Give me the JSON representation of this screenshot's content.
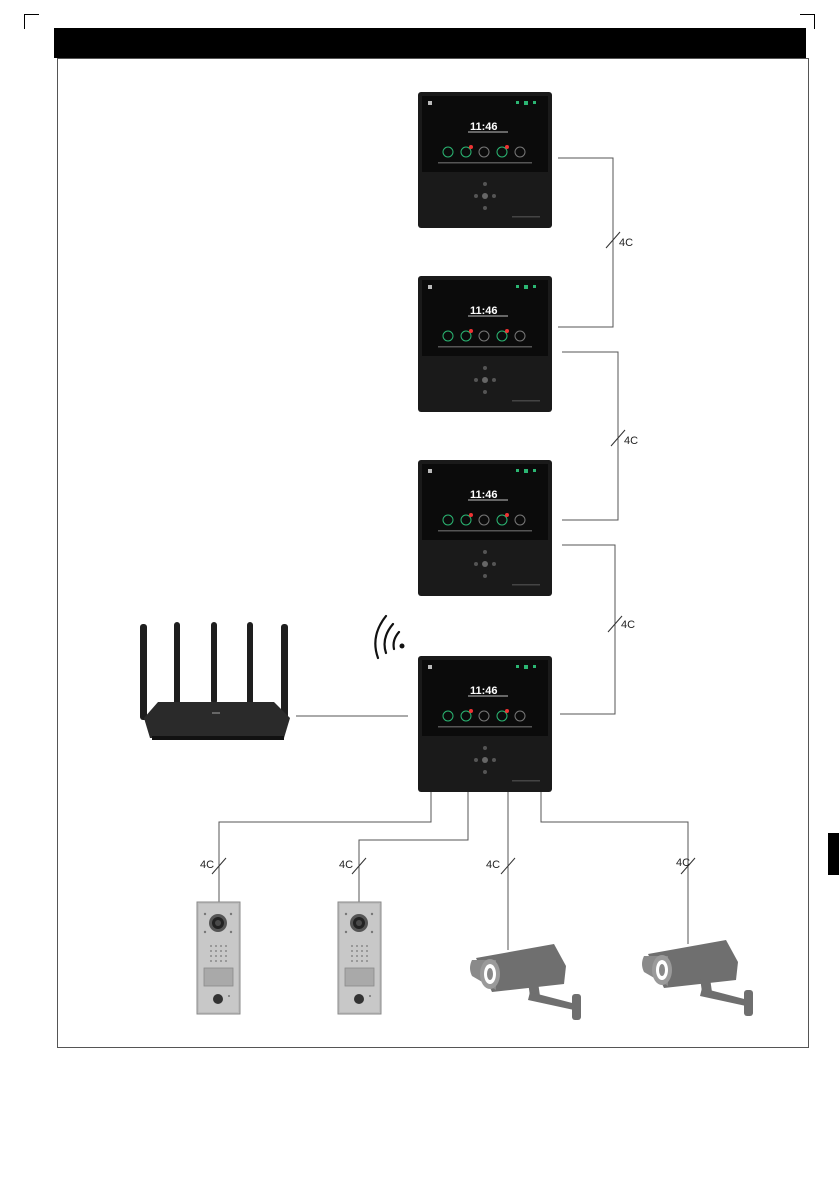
{
  "monitors": [
    {
      "clock": "11:46"
    },
    {
      "clock": "11:46"
    },
    {
      "clock": "11:46"
    },
    {
      "clock": "11:46"
    }
  ],
  "cable_labels": {
    "m1_m2": "4C",
    "m2_m3": "4C",
    "m3_m4": "4C",
    "door1": "4C",
    "door2": "4C",
    "cam1": "4C",
    "cam2": "4C"
  },
  "icons": {
    "monitor": "indoor-monitor-icon",
    "router": "wifi-router-icon",
    "wifi": "wifi-signal-icon",
    "door_station": "door-station-icon",
    "camera": "cctv-camera-icon"
  },
  "colors": {
    "header_bar": "#000000",
    "monitor_body": "#1b1b1b",
    "screen_accent": "#2bb673",
    "door_panel": "#b9b9b9",
    "camera_body": "#7a7a7a"
  }
}
